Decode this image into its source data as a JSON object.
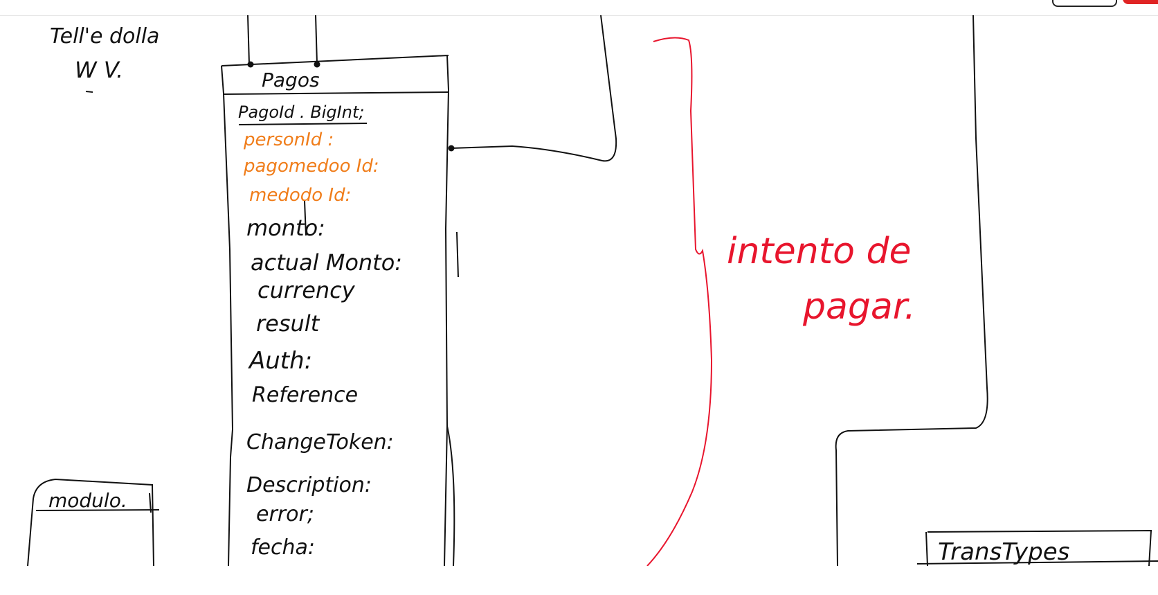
{
  "colors": {
    "ink": "#111111",
    "orange": "#f07d1a",
    "red": "#e8152d"
  },
  "notes": {
    "top_left_line1": "Tell'e dolla",
    "top_left_line2": "W V."
  },
  "pagos": {
    "title": "Pagos",
    "pk_field": "PagoId . BigInt;",
    "fk_fields": [
      "personId :",
      "pagomedoo Id:",
      "medodo Id:"
    ],
    "fields": [
      "monto:",
      "actual Monto:",
      "currency",
      "result",
      "Auth:",
      "Reference",
      "ChangeToken:",
      "Description:",
      "error;",
      "fecha:"
    ]
  },
  "modulo": {
    "title": "modulo."
  },
  "annotation": {
    "line1": "intento de",
    "line2": "pagar."
  },
  "transtypes": {
    "title": "TransTypes"
  }
}
